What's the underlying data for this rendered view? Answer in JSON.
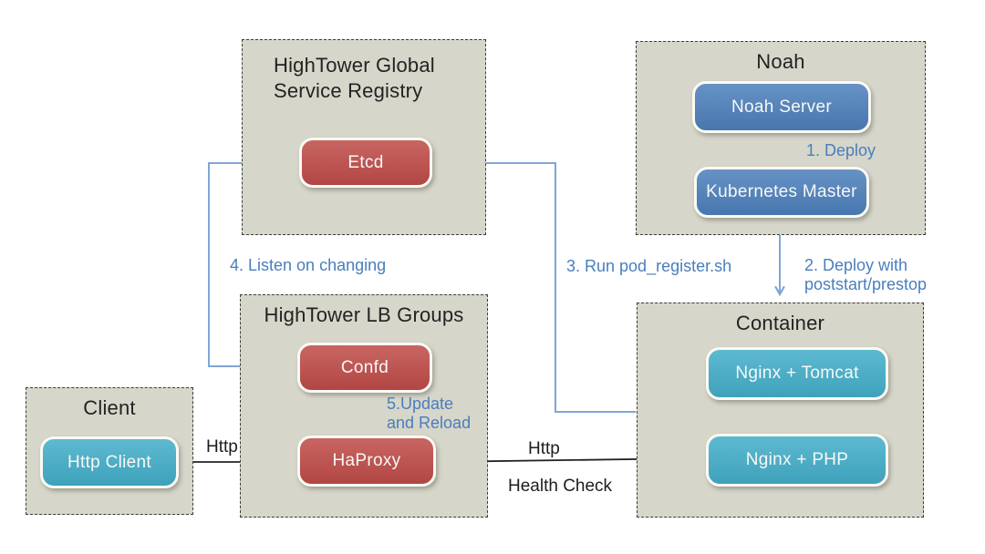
{
  "colors": {
    "red": "#bf4c49",
    "blue": "#4d80bc",
    "teal": "#43aec9",
    "box_bg": "#d6d6ca",
    "arrow_blue": "#7ea6d8",
    "arrow_black": "#222222",
    "label_blue": "#4a7ebd"
  },
  "groups": {
    "registry": {
      "title": "HighTower Global Service Registry",
      "nodes": {
        "etcd": {
          "label": "Etcd"
        }
      }
    },
    "noah": {
      "title": "Noah",
      "nodes": {
        "noah_server": {
          "label": "Noah Server"
        },
        "k8s_master": {
          "label": "Kubernetes Master"
        }
      }
    },
    "lb": {
      "title": "HighTower LB Groups",
      "nodes": {
        "confd": {
          "label": "Confd"
        },
        "haproxy": {
          "label": "HaProxy"
        }
      }
    },
    "client": {
      "title": "Client",
      "nodes": {
        "http_client": {
          "label": "Http Client"
        }
      }
    },
    "container": {
      "title": "Container",
      "nodes": {
        "nginx_tomcat": {
          "label": "Nginx + Tomcat"
        },
        "nginx_php": {
          "label": "Nginx + PHP"
        }
      }
    }
  },
  "edges": {
    "deploy": {
      "label": "1. Deploy"
    },
    "deploy_poststart": {
      "label": "2. Deploy with poststart/prestop"
    },
    "run_pod_register": {
      "label": "3. Run pod_register.sh"
    },
    "listen_changing": {
      "label": "4. Listen on changing"
    },
    "update_reload": {
      "label": "5.Update and Reload"
    },
    "http_client_to_haproxy": {
      "label": "Http"
    },
    "http_haproxy_to_backend": {
      "label": "Http"
    },
    "health_check": {
      "label": "Health Check"
    }
  }
}
